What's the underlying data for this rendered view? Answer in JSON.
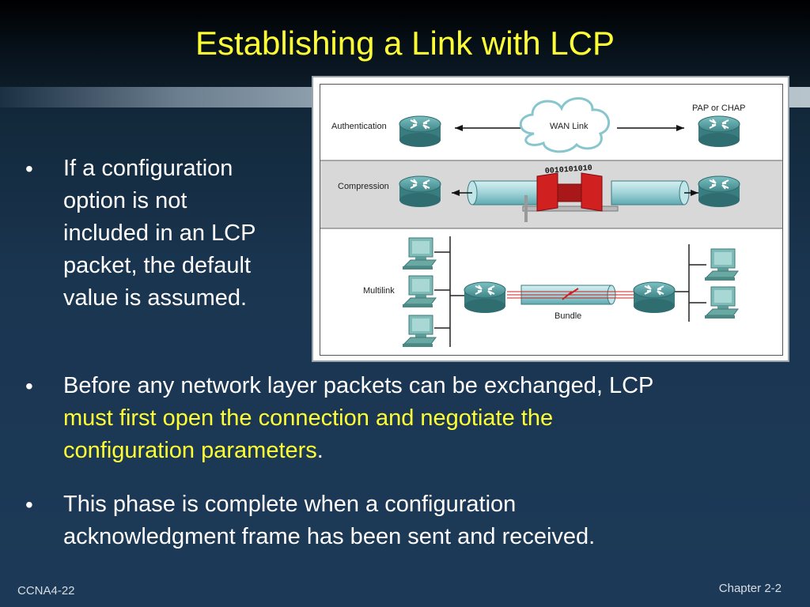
{
  "slide": {
    "title": "Establishing a Link with LCP",
    "bullets": [
      {
        "lines": [
          "If a configuration",
          "option is not",
          "included in an LCP",
          "packet, the default",
          "value is assumed."
        ]
      },
      {
        "part1": "Before any network layer packets can be exchanged, LCP",
        "part2_hl_line1": "must first open the connection and negotiate the",
        "part2_hl_line2": "configuration parameters",
        "part3": "."
      },
      {
        "line1": "This phase is complete when a configuration",
        "line2": "acknowledgment frame has been sent and received."
      }
    ],
    "bullet_glyph": "•",
    "footer_left": "CCNA4-22",
    "footer_right": "Chapter 2-2"
  },
  "diagram": {
    "rows": [
      {
        "label": "Authentication",
        "center_label": "WAN Link",
        "right_label": "PAP or CHAP"
      },
      {
        "label": "Compression",
        "bits": "0010101010"
      },
      {
        "label": "Multilink",
        "center_label": "Bundle"
      }
    ],
    "colors": {
      "router": "#4f9a9a",
      "pipe": "#9fd3d8",
      "clamp": "#d02020",
      "row_bg_mid": "#d8d8d8",
      "title": "#ffff33"
    }
  }
}
